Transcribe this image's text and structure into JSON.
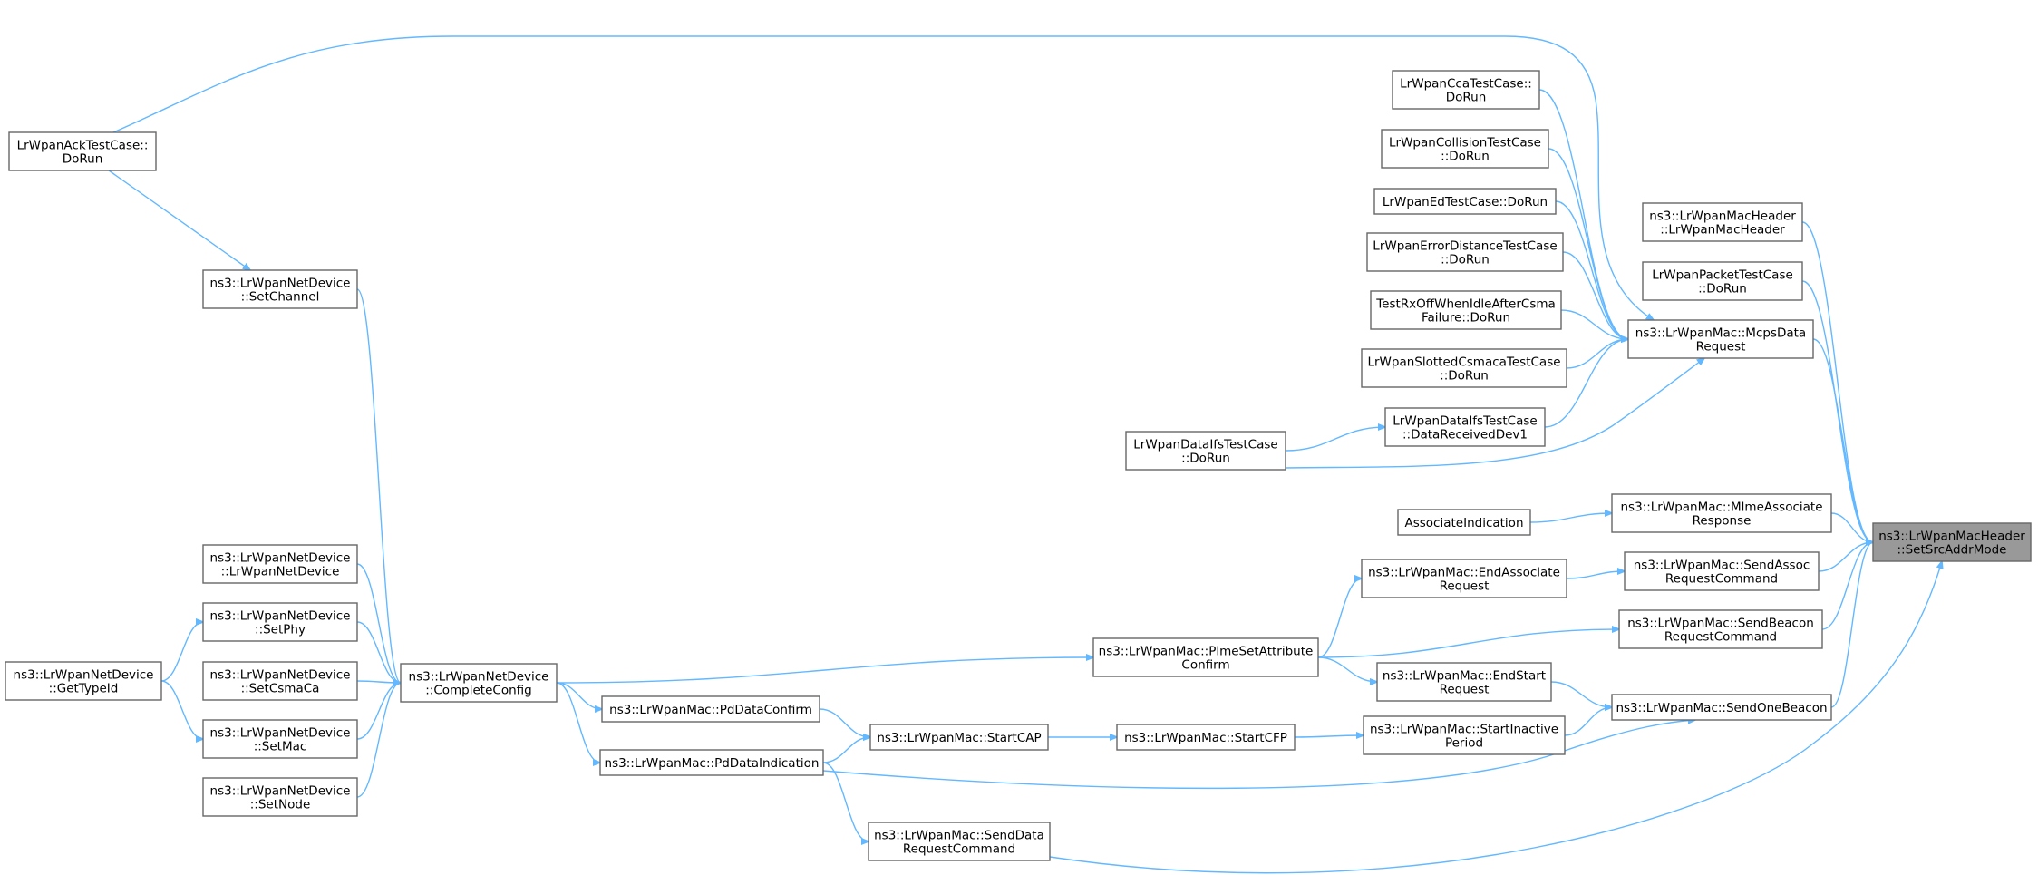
{
  "diagram": {
    "title": "",
    "colors": {
      "edge": "#63b8ff",
      "node_border": "#666666",
      "focus_fill": "#999999",
      "node_fill": "#ffffff"
    },
    "nodes": [
      {
        "id": "setsrc",
        "lines": [
          "ns3::LrWpanMacHeader",
          "::SetSrcAddrMode"
        ],
        "focus": true
      },
      {
        "id": "ctor",
        "lines": [
          "ns3::LrWpanMacHeader",
          "::LrWpanMacHeader"
        ]
      },
      {
        "id": "pkttest",
        "lines": [
          "LrWpanPacketTestCase",
          "::DoRun"
        ]
      },
      {
        "id": "mcps",
        "lines": [
          "ns3::LrWpanMac::McpsData",
          "Request"
        ]
      },
      {
        "id": "mlmeassoc",
        "lines": [
          "ns3::LrWpanMac::MlmeAssociate",
          "Response"
        ]
      },
      {
        "id": "sendassoc",
        "lines": [
          "ns3::LrWpanMac::SendAssoc",
          "RequestCommand"
        ]
      },
      {
        "id": "sendbeaconreq",
        "lines": [
          "ns3::LrWpanMac::SendBeacon",
          "RequestCommand"
        ]
      },
      {
        "id": "sendone",
        "lines": [
          "ns3::LrWpanMac::SendOneBeacon"
        ]
      },
      {
        "id": "senddata",
        "lines": [
          "ns3::LrWpanMac::SendData",
          "RequestCommand"
        ]
      },
      {
        "id": "acktest",
        "lines": [
          "LrWpanAckTestCase::",
          "DoRun"
        ]
      },
      {
        "id": "ccatest",
        "lines": [
          "LrWpanCcaTestCase::",
          "DoRun"
        ]
      },
      {
        "id": "colltest",
        "lines": [
          "LrWpanCollisionTestCase",
          "::DoRun"
        ]
      },
      {
        "id": "edtest",
        "lines": [
          "LrWpanEdTestCase::DoRun"
        ]
      },
      {
        "id": "errdist",
        "lines": [
          "LrWpanErrorDistanceTestCase",
          "::DoRun"
        ]
      },
      {
        "id": "rxoff",
        "lines": [
          "TestRxOffWhenIdleAfterCsma",
          "Failure::DoRun"
        ]
      },
      {
        "id": "slotted",
        "lines": [
          "LrWpanSlottedCsmacaTestCase",
          "::DoRun"
        ]
      },
      {
        "id": "ifsrecv",
        "lines": [
          "LrWpanDataIfsTestCase",
          "::DataReceivedDev1"
        ]
      },
      {
        "id": "ifsrun",
        "lines": [
          "LrWpanDataIfsTestCase",
          "::DoRun"
        ]
      },
      {
        "id": "assocind",
        "lines": [
          "AssociateIndication"
        ]
      },
      {
        "id": "endassoc",
        "lines": [
          "ns3::LrWpanMac::EndAssociate",
          "Request"
        ]
      },
      {
        "id": "plme",
        "lines": [
          "ns3::LrWpanMac::PlmeSetAttribute",
          "Confirm"
        ]
      },
      {
        "id": "endstart",
        "lines": [
          "ns3::LrWpanMac::EndStart",
          "Request"
        ]
      },
      {
        "id": "startinactive",
        "lines": [
          "ns3::LrWpanMac::StartInactive",
          "Period"
        ]
      },
      {
        "id": "startcfp",
        "lines": [
          "ns3::LrWpanMac::StartCFP"
        ]
      },
      {
        "id": "startcap",
        "lines": [
          "ns3::LrWpanMac::StartCAP"
        ]
      },
      {
        "id": "pdconfirm",
        "lines": [
          "ns3::LrWpanMac::PdDataConfirm"
        ]
      },
      {
        "id": "pdind",
        "lines": [
          "ns3::LrWpanMac::PdDataIndication"
        ]
      },
      {
        "id": "complete",
        "lines": [
          "ns3::LrWpanNetDevice",
          "::CompleteConfig"
        ]
      },
      {
        "id": "setchannel",
        "lines": [
          "ns3::LrWpanNetDevice",
          "::SetChannel"
        ]
      },
      {
        "id": "devctor",
        "lines": [
          "ns3::LrWpanNetDevice",
          "::LrWpanNetDevice"
        ]
      },
      {
        "id": "setphy",
        "lines": [
          "ns3::LrWpanNetDevice",
          "::SetPhy"
        ]
      },
      {
        "id": "setcsma",
        "lines": [
          "ns3::LrWpanNetDevice",
          "::SetCsmaCa"
        ]
      },
      {
        "id": "setmac",
        "lines": [
          "ns3::LrWpanNetDevice",
          "::SetMac"
        ]
      },
      {
        "id": "setnode",
        "lines": [
          "ns3::LrWpanNetDevice",
          "::SetNode"
        ]
      },
      {
        "id": "gettypeid",
        "lines": [
          "ns3::LrWpanNetDevice",
          "::GetTypeId"
        ]
      }
    ],
    "edges": [
      {
        "from": "ctor",
        "to": "setsrc"
      },
      {
        "from": "pkttest",
        "to": "setsrc"
      },
      {
        "from": "mcps",
        "to": "setsrc"
      },
      {
        "from": "mlmeassoc",
        "to": "setsrc"
      },
      {
        "from": "sendassoc",
        "to": "setsrc"
      },
      {
        "from": "sendbeaconreq",
        "to": "setsrc"
      },
      {
        "from": "sendone",
        "to": "setsrc"
      },
      {
        "from": "senddata",
        "to": "setsrc"
      },
      {
        "from": "acktest",
        "to": "mcps"
      },
      {
        "from": "ccatest",
        "to": "mcps"
      },
      {
        "from": "colltest",
        "to": "mcps"
      },
      {
        "from": "edtest",
        "to": "mcps"
      },
      {
        "from": "errdist",
        "to": "mcps"
      },
      {
        "from": "rxoff",
        "to": "mcps"
      },
      {
        "from": "slotted",
        "to": "mcps"
      },
      {
        "from": "ifsrecv",
        "to": "mcps"
      },
      {
        "from": "ifsrun",
        "to": "mcps"
      },
      {
        "from": "ifsrun",
        "to": "ifsrecv"
      },
      {
        "from": "assocind",
        "to": "mlmeassoc"
      },
      {
        "from": "endassoc",
        "to": "sendassoc"
      },
      {
        "from": "plme",
        "to": "endassoc"
      },
      {
        "from": "plme",
        "to": "sendbeaconreq"
      },
      {
        "from": "plme",
        "to": "endstart"
      },
      {
        "from": "endstart",
        "to": "sendone"
      },
      {
        "from": "startinactive",
        "to": "sendone"
      },
      {
        "from": "startcfp",
        "to": "startinactive"
      },
      {
        "from": "startcap",
        "to": "startcfp"
      },
      {
        "from": "pdconfirm",
        "to": "startcap"
      },
      {
        "from": "pdind",
        "to": "startcap"
      },
      {
        "from": "pdind",
        "to": "sendone"
      },
      {
        "from": "pdind",
        "to": "senddata"
      },
      {
        "from": "complete",
        "to": "plme"
      },
      {
        "from": "complete",
        "to": "pdconfirm"
      },
      {
        "from": "complete",
        "to": "pdind"
      },
      {
        "from": "acktest",
        "to": "setchannel"
      },
      {
        "from": "setchannel",
        "to": "complete"
      },
      {
        "from": "devctor",
        "to": "complete"
      },
      {
        "from": "setphy",
        "to": "complete"
      },
      {
        "from": "setcsma",
        "to": "complete"
      },
      {
        "from": "setmac",
        "to": "complete"
      },
      {
        "from": "setnode",
        "to": "complete"
      },
      {
        "from": "gettypeid",
        "to": "setphy"
      },
      {
        "from": "gettypeid",
        "to": "setmac"
      }
    ]
  }
}
